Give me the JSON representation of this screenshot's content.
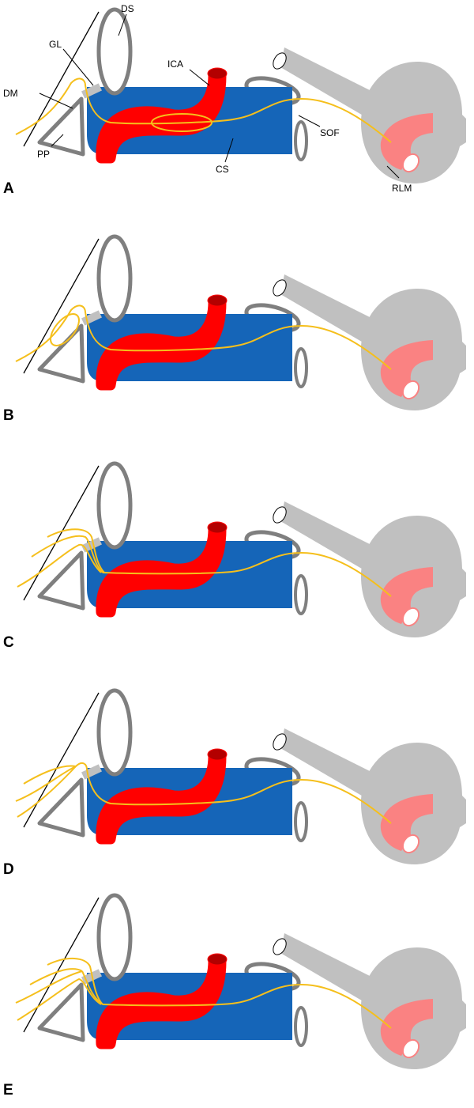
{
  "figure": {
    "panels": [
      {
        "letter": "A",
        "nerve_variant": "single-nerve-loop-in-sinus"
      },
      {
        "letter": "B",
        "nerve_variant": "single-nerve-loop-at-petrous-process"
      },
      {
        "letter": "C",
        "nerve_variant": "multiple-rootlets-converging-in-sinus"
      },
      {
        "letter": "D",
        "nerve_variant": "multiple-rootlets-converging-before-sinus"
      },
      {
        "letter": "E",
        "nerve_variant": "multiple-rootlets-converging-before-and-in-sinus"
      }
    ],
    "labels": {
      "dm": "DM",
      "gl": "GL",
      "ds": "DS",
      "ica": "ICA",
      "pp": "PP",
      "cs": "CS",
      "sof": "SOF",
      "rlm": "RLM"
    },
    "colors": {
      "cavernous_sinus": "#1565b8",
      "carotid_artery": "#ff0000",
      "carotid_lumen": "#b30000",
      "nerve": "#f5bf1c",
      "eye": "#c0c0c0",
      "rectus_muscle": "#fa8282",
      "outline_gray": "#7f7f7f",
      "dura_line": "#000000"
    }
  }
}
